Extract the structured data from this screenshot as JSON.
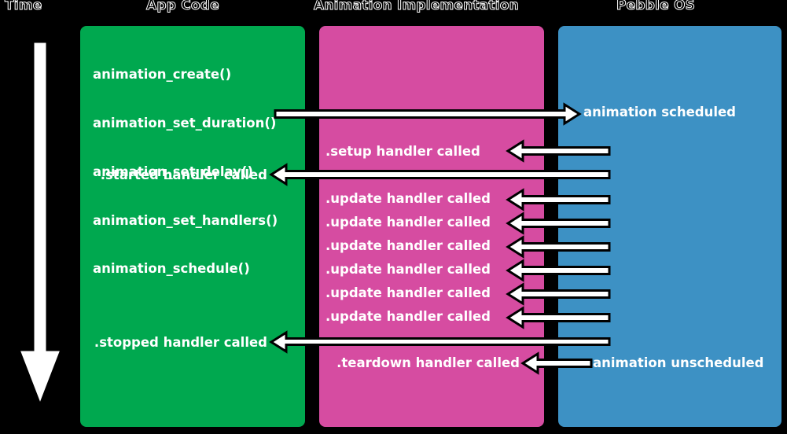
{
  "diagram": {
    "title_columns": [
      {
        "id": "time",
        "label": "Time"
      },
      {
        "id": "app_code",
        "label": "App Code"
      },
      {
        "id": "animation_implementation",
        "label": "Animation Implementation"
      },
      {
        "id": "pebble_os",
        "label": "Pebble OS"
      }
    ],
    "colors": {
      "background": "#000000",
      "app_code_lane": "#00A84F",
      "animation_lane": "#D64CA1",
      "pebble_os_lane": "#3D91C4",
      "text": "#ffffff",
      "arrow_fill": "#ffffff",
      "arrow_outline": "#000000"
    },
    "time_axis": {
      "label": "Time",
      "direction": "downward"
    },
    "app_code_calls": [
      "animation_create()",
      "animation_set_duration()",
      "animation_set_delay()",
      "animation_set_handlers()",
      "animation_schedule()"
    ],
    "events": [
      {
        "lane": "app_code",
        "label": "animation_schedule()",
        "kind": "call-origin"
      },
      {
        "lane": "pebble_os",
        "label": "animation scheduled",
        "kind": "os-event"
      },
      {
        "lane": "animation",
        "label": ".setup handler called",
        "kind": "handler"
      },
      {
        "lane": "app_code",
        "label": ".started handler called",
        "kind": "handler"
      },
      {
        "lane": "animation",
        "label": ".update handler called",
        "kind": "handler"
      },
      {
        "lane": "animation",
        "label": ".update handler called",
        "kind": "handler"
      },
      {
        "lane": "animation",
        "label": ".update handler called",
        "kind": "handler"
      },
      {
        "lane": "animation",
        "label": ".update handler called",
        "kind": "handler"
      },
      {
        "lane": "animation",
        "label": ".update handler called",
        "kind": "handler"
      },
      {
        "lane": "animation",
        "label": ".update handler called",
        "kind": "handler"
      },
      {
        "lane": "app_code",
        "label": ".stopped handler called",
        "kind": "handler"
      },
      {
        "lane": "animation",
        "label": ".teardown handler called",
        "kind": "handler"
      },
      {
        "lane": "pebble_os",
        "label": "animation unscheduled",
        "kind": "os-event"
      }
    ],
    "labels": {
      "animation_scheduled": "animation scheduled",
      "setup_handler": ".setup handler called",
      "started_handler": ".started handler called",
      "update_handler": ".update handler called",
      "stopped_handler": ".stopped handler called",
      "teardown_handler": ".teardown handler called",
      "animation_unscheduled": "animation unscheduled"
    }
  }
}
